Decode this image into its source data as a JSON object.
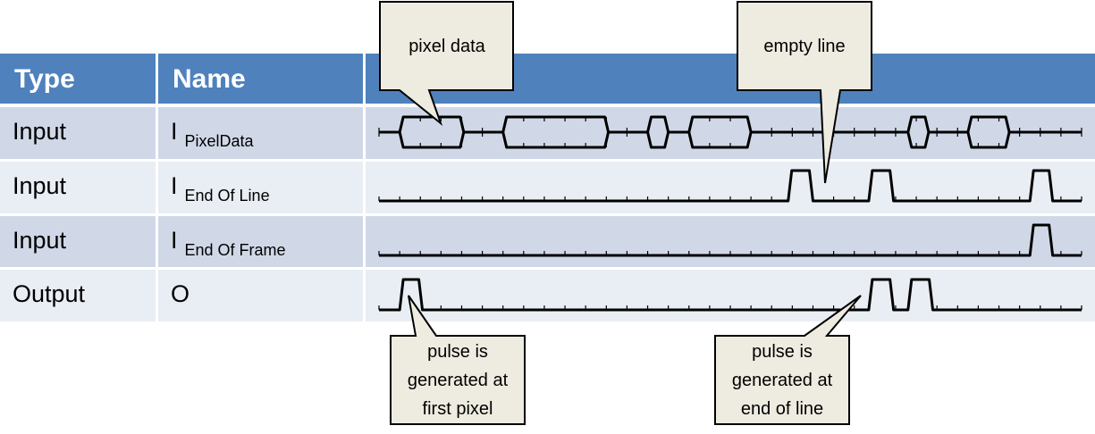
{
  "table": {
    "headers": [
      "Type",
      "Name",
      ""
    ],
    "rows": [
      {
        "type": "Input",
        "name_main": "I",
        "name_sub": "PixelData"
      },
      {
        "type": "Input",
        "name_main": "I",
        "name_sub": "End Of Line"
      },
      {
        "type": "Input",
        "name_main": "I",
        "name_sub": "End Of Frame"
      },
      {
        "type": "Output",
        "name_main": "O",
        "name_sub": ""
      }
    ]
  },
  "colors": {
    "header": "#4f81bd",
    "row_dark": "#d0d8e8",
    "row_light": "#e9edf4",
    "callout_fill": "#eeece1",
    "wave": "#000000"
  },
  "timing": {
    "ticks": 34,
    "signals": [
      {
        "name": "PixelData",
        "kind": "bus",
        "segments": [
          [
            1,
            4.1
          ],
          [
            6,
            11.1
          ],
          [
            13,
            14
          ],
          [
            15,
            18
          ],
          [
            25.6,
            26.6
          ],
          [
            28.5,
            30.5
          ]
        ]
      },
      {
        "name": "EndOfLine",
        "kind": "pulse",
        "pulses": [
          [
            19.8,
            21
          ],
          [
            23.7,
            24.9
          ],
          [
            31.5,
            32.6
          ]
        ]
      },
      {
        "name": "EndOfFrame",
        "kind": "pulse",
        "pulses": [
          [
            31.5,
            32.6
          ]
        ]
      },
      {
        "name": "Output",
        "kind": "pulse",
        "pulses": [
          [
            1,
            2.1
          ],
          [
            23.7,
            24.9
          ],
          [
            25.6,
            26.8
          ]
        ]
      }
    ]
  },
  "callouts": [
    {
      "id": "pixel-data",
      "lines": [
        "pixel data"
      ]
    },
    {
      "id": "empty-line",
      "lines": [
        "empty line"
      ]
    },
    {
      "id": "first-pixel",
      "lines": [
        "pulse is",
        "generated at",
        "first pixel"
      ]
    },
    {
      "id": "end-of-line",
      "lines": [
        "pulse is",
        "generated at",
        "end of line"
      ]
    }
  ]
}
